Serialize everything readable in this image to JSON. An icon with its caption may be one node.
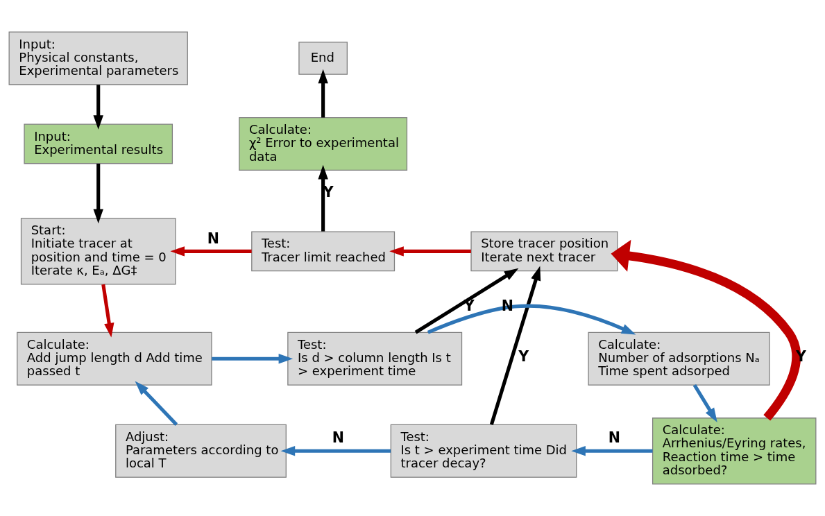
{
  "diagram": {
    "nodes": [
      {
        "text": [
          "Input:",
          "Physical constants, Experimental parameters"
        ]
      },
      {
        "text": [
          "Input:",
          "Experimental results"
        ]
      },
      {
        "text": [
          "Start:",
          "Initiate tracer at position and time = 0 Iterate κ, Eₐ, ΔG‡"
        ]
      },
      {
        "text": [
          "End"
        ]
      },
      {
        "text": [
          "Calculate:",
          "χ² Error to experimental data"
        ]
      },
      {
        "text": [
          "Test:",
          "Tracer limit reached"
        ]
      },
      {
        "text": [
          "Store tracer position Iterate next tracer"
        ]
      },
      {
        "text": [
          "Calculate:",
          "Add jump length d Add time passed t"
        ]
      },
      {
        "text": [
          "Test:",
          "Is d > column length Is t > experiment time"
        ]
      },
      {
        "text": [
          "Calculate:",
          "Number of adsorptions Nₐ Time spent adsorped"
        ]
      },
      {
        "text": [
          "Adjust:",
          "Parameters according to local T"
        ]
      },
      {
        "text": [
          "Test:",
          "Is t > experiment time Did tracer decay?"
        ]
      },
      {
        "text": [
          "Calculate:",
          "Arrhenius/Eyring rates, Reaction time > time adsorbed?"
        ]
      }
    ],
    "edges": [
      {
        "from": 0,
        "to": 1,
        "arrow": "to",
        "color": "#000000"
      },
      {
        "from": 1,
        "to": 2,
        "arrow": "to",
        "color": "#000000"
      },
      {
        "from": 2,
        "to": 7,
        "arrow": "to",
        "color": "#c00000"
      },
      {
        "from": 7,
        "to": 8,
        "arrow": "to",
        "color": "#2e75b6"
      },
      {
        "from": 8,
        "to": 6,
        "arrow": "to",
        "label": "Y",
        "color": "#000000"
      },
      {
        "from": 8,
        "to": 9,
        "arrow": "to",
        "label": "N",
        "color": "#2e75b6"
      },
      {
        "from": 9,
        "to": 12,
        "arrow": "to",
        "color": "#2e75b6"
      },
      {
        "from": 12,
        "to": 11,
        "arrow": "to",
        "label": "N",
        "color": "#2e75b6"
      },
      {
        "from": 11,
        "to": 10,
        "arrow": "to",
        "label": "N",
        "color": "#2e75b6"
      },
      {
        "from": 10,
        "to": 7,
        "arrow": "to",
        "color": "#2e75b6"
      },
      {
        "from": 11,
        "to": 6,
        "arrow": "to",
        "label": "Y",
        "color": "#000000"
      },
      {
        "from": 12,
        "to": 6,
        "arrow": "to",
        "label": "Y",
        "style": "thick",
        "color": "#c00000"
      },
      {
        "from": 6,
        "to": 5,
        "arrow": "to",
        "color": "#c00000"
      },
      {
        "from": 5,
        "to": 2,
        "arrow": "to",
        "label": "N",
        "color": "#c00000"
      },
      {
        "from": 5,
        "to": 4,
        "arrow": "to",
        "label": "Y",
        "color": "#000000"
      },
      {
        "from": 4,
        "to": 3,
        "arrow": "to",
        "color": "#000000"
      }
    ]
  }
}
